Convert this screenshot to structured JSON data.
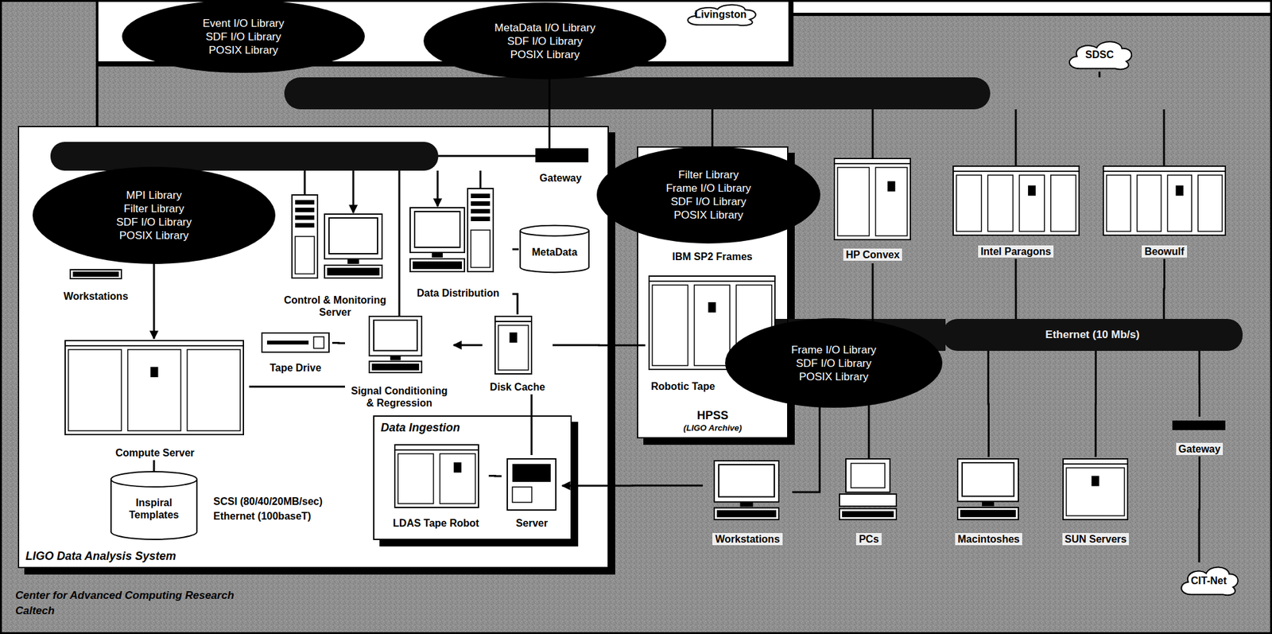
{
  "diagram": {
    "nodes": [
      {
        "text": [
          "Event I/O Library",
          "SDF I/O Library",
          "POSIX Library"
        ]
      },
      {
        "text": [
          "Livingston"
        ]
      },
      {
        "text": [
          "MetaData I/O Library",
          "SDF I/O Library",
          "POSIX Library"
        ]
      },
      {
        "text": [
          "SDSC"
        ]
      },
      {
        "text": [
          "LIGO Data Analysis System"
        ]
      },
      {
        "text": [
          "MPI Library",
          "Filter Library",
          "SDF I/O Library",
          "POSIX Library"
        ],
        "in": 4
      },
      {
        "text": [
          "Workstations"
        ],
        "in": 4
      },
      {
        "text": [
          "Control & Monitoring Server"
        ],
        "in": 4
      },
      {
        "text": [
          "Data Distribution"
        ],
        "in": 4
      },
      {
        "text": [
          "MetaData"
        ],
        "in": 4
      },
      {
        "text": [
          "Gateway"
        ],
        "in": 4
      },
      {
        "text": [
          "Tape Drive"
        ],
        "in": 4
      },
      {
        "text": [
          "Signal Conditioning & Regression"
        ],
        "in": 4
      },
      {
        "text": [
          "Disk Cache"
        ],
        "in": 4
      },
      {
        "text": [
          "Compute Server"
        ],
        "in": 4
      },
      {
        "text": [
          "Inspiral Templates"
        ],
        "in": 4
      },
      {
        "text": [
          "Data Ingestion"
        ],
        "in": 4
      },
      {
        "text": [
          "LDAS Tape Robot"
        ],
        "in": 16
      },
      {
        "text": [
          "Server"
        ],
        "in": 16
      },
      {
        "text": [
          "Filter Library",
          "Frame I/O Library",
          "SDF I/O Library",
          "POSIX Library"
        ]
      },
      {
        "text": [
          "HP Convex"
        ]
      },
      {
        "text": [
          "Intel Paragons"
        ]
      },
      {
        "text": [
          "Beowulf"
        ]
      },
      {
        "text": [
          "HPSS",
          "(LIGO Archive)"
        ]
      },
      {
        "text": [
          "IBM SP2 Frames"
        ],
        "in": 23
      },
      {
        "text": [
          "Robotic Tape"
        ],
        "in": 23
      },
      {
        "text": [
          "Frame I/O Library",
          "SDF I/O Library",
          "POSIX Library"
        ]
      },
      {
        "text": [
          "Ethernet (10 Mb/s)"
        ]
      },
      {
        "text": [
          "Workstations"
        ]
      },
      {
        "text": [
          "PCs"
        ]
      },
      {
        "text": [
          "Macintoshes"
        ]
      },
      {
        "text": [
          "SUN Servers"
        ]
      },
      {
        "text": [
          "Gateway"
        ]
      },
      {
        "text": [
          "CIT-Net"
        ]
      }
    ],
    "edges": [
      {
        "from": 5,
        "to": 14,
        "arrow": "to"
      },
      {
        "from": 13,
        "to": 12,
        "arrow": "to"
      },
      {
        "from": 12,
        "to": 11,
        "arrow": "none"
      },
      {
        "from": 14,
        "to": 12,
        "arrow": "none"
      },
      {
        "from": 14,
        "to": 15,
        "arrow": "none"
      },
      {
        "from": 8,
        "to": 9,
        "arrow": "none"
      },
      {
        "from": 8,
        "to": 13,
        "arrow": "none"
      },
      {
        "from": 17,
        "to": 18,
        "arrow": "none"
      },
      {
        "from": 18,
        "to": 13,
        "arrow": "none"
      },
      {
        "from": 28,
        "to": 18,
        "arrow": "to"
      },
      {
        "from": 24,
        "to": 13,
        "arrow": "none"
      },
      {
        "from": 27,
        "to": 21,
        "arrow": "none"
      },
      {
        "from": 27,
        "to": 22,
        "arrow": "none"
      },
      {
        "from": 27,
        "to": 30,
        "arrow": "none"
      },
      {
        "from": 27,
        "to": 31,
        "arrow": "none"
      },
      {
        "from": 27,
        "to": 32,
        "arrow": "none"
      },
      {
        "from": 32,
        "to": 33,
        "arrow": "none"
      }
    ],
    "labels": [
      "SCSI (80/40/20MB/sec)",
      "Ethernet (100baseT)",
      "Center for Advanced Computing Research",
      "Caltech"
    ]
  }
}
